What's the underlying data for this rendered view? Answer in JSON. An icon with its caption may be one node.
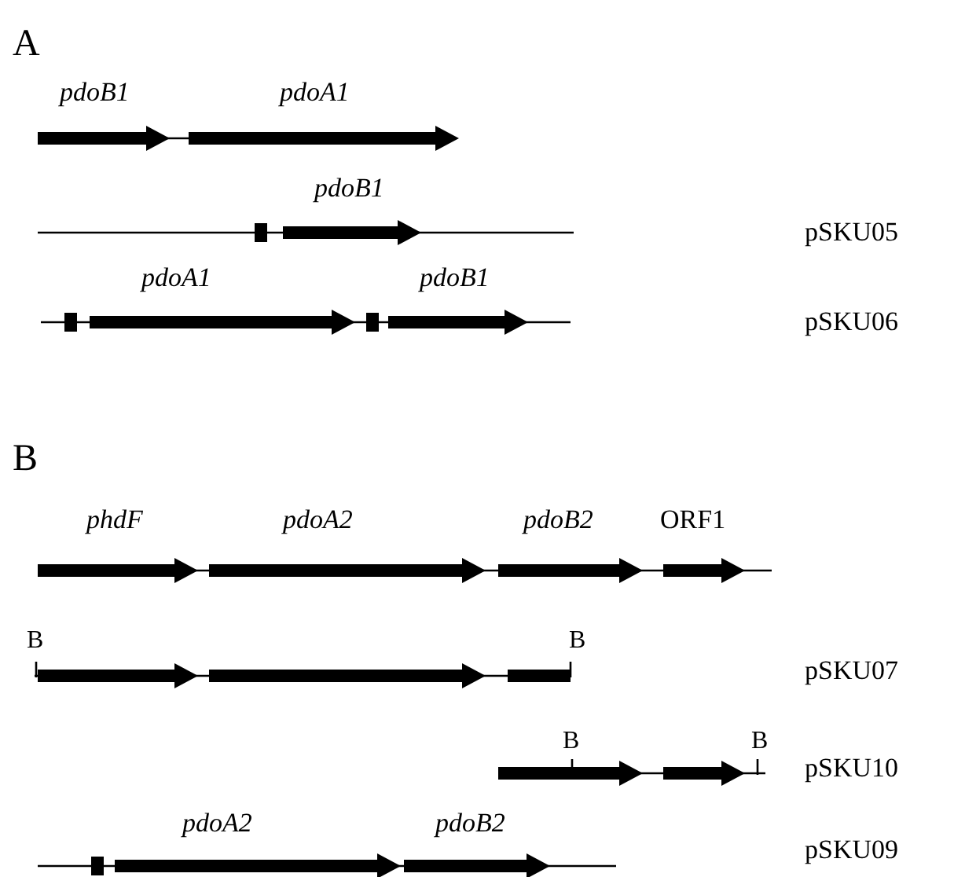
{
  "diagram": {
    "labels": [
      "A",
      "pdoB1",
      "pdoA1",
      "pdoB1",
      "pSKU05",
      "pdoA1",
      "pdoB1",
      "pSKU06",
      "B",
      "phdF",
      "pdoA2",
      "pdoB2",
      "ORF1",
      "B",
      "B",
      "pSKU07",
      "B",
      "B",
      "pSKU10",
      "pdoA2",
      "pdoB2",
      "pSKU09"
    ]
  }
}
